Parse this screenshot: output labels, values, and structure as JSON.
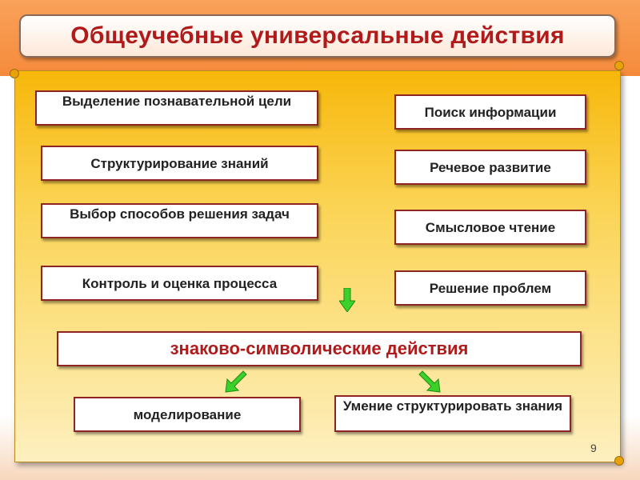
{
  "title": "Общеучебные универсальные действия",
  "left_items": [
    "Выделение познавательной цели",
    "Структурирование  знаний",
    "Выбор способов решения задач",
    "Контроль и оценка процесса"
  ],
  "right_items": [
    "Поиск информации",
    "Речевое развитие",
    "Смысловое чтение",
    "Решение проблем"
  ],
  "central": "знаково-символические действия",
  "bottom_items": [
    "моделирование",
    "Умение структурировать знания"
  ],
  "page_number": "9",
  "colors": {
    "title_text": "#b11a1a",
    "box_border": "#8e2424",
    "arrow": "#3bd12a",
    "scroll_top": "#f7b70a",
    "header_band": "#f68a3b"
  }
}
